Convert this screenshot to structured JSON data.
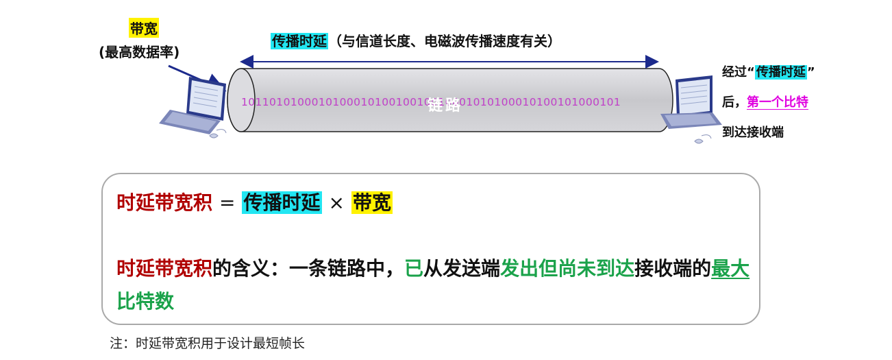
{
  "bandwidth_label": {
    "title": "带宽",
    "subtitle": "(最高数据率)"
  },
  "propagation_label": {
    "term": "传播时延",
    "detail": "（与信道长度、电磁波传播速度有关）"
  },
  "link": {
    "label": "链路",
    "bits": "101101010001010001010010010010001010100010100101000101"
  },
  "right_note": {
    "line1_prefix": "经过“",
    "line1_term": "传播时延",
    "line1_suffix": "”",
    "line2_prefix": "后，",
    "line2_term": "第一个比特",
    "line3": "到达接收端"
  },
  "formula": {
    "lhs": "时延带宽积",
    "equals": "=",
    "term1": "传播时延",
    "times": "×",
    "term2": "带宽"
  },
  "meaning": {
    "term": "时延带宽积",
    "part1": "的含义：一条链路中，",
    "part2": "已",
    "part3": "从发送端",
    "part4": "发出但尚未到达",
    "part5": "接收端的",
    "part6": "最大",
    "part7": "比特数"
  },
  "footnote": "注：时延带宽积用于设计最短帧长",
  "colors": {
    "highlight_cyan": "#22e6f2",
    "highlight_yellow": "#fff200",
    "term_red": "#b00000",
    "term_green": "#1aa24a",
    "magenta": "#e000e0",
    "arrow_blue": "#1c2a8c",
    "cylinder_gray": "#cfcfd3"
  },
  "icons": [
    "laptop-icon",
    "laptop-icon",
    "mouse-icon",
    "mouse-icon",
    "double-arrow-icon",
    "pointer-arrow-icon"
  ]
}
